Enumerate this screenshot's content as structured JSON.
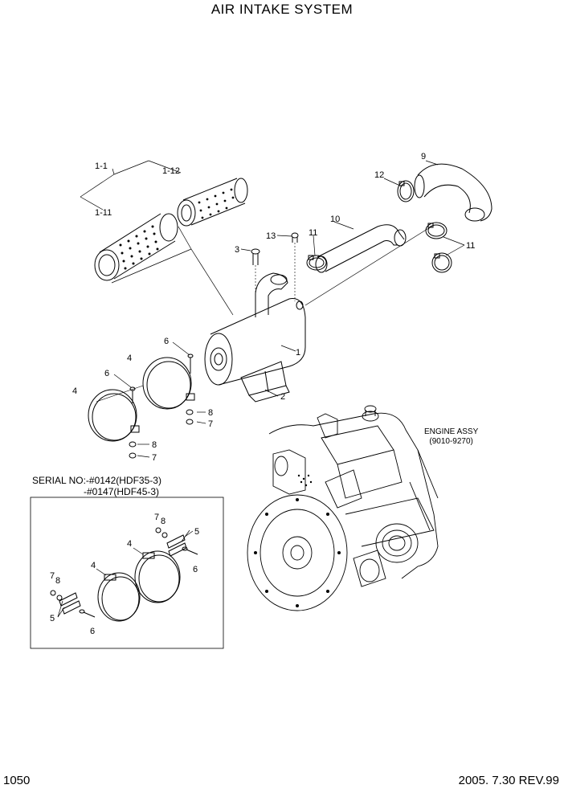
{
  "title": "AIR INTAKE SYSTEM",
  "page_number": "1050",
  "revision": "2005. 7.30 REV.99",
  "serial_note": {
    "line1": "SERIAL NO:-#0142(HDF35-3)",
    "line2": "-#0147(HDF45-3)"
  },
  "engine_assy": {
    "name": "ENGINE ASSY",
    "code": "(9010-9270)"
  },
  "callouts": {
    "c1_1": "1-1",
    "c1_12": "1-12",
    "c1_11": "1-11",
    "c9": "9",
    "c12": "12",
    "c10": "10",
    "c11a": "11",
    "c11b": "11",
    "c13": "13",
    "c3": "3",
    "c1": "1",
    "c2": "2",
    "c6a": "6",
    "c4a": "4",
    "c6b": "6",
    "c4b": "4",
    "c8a": "8",
    "c7a": "7",
    "c8b": "8",
    "c7b": "7",
    "d7a": "7",
    "d8a": "8",
    "d5a": "5",
    "d4a": "4",
    "d6a": "6",
    "d4b": "4",
    "d7b": "7",
    "d8b": "8",
    "d5b": "5",
    "d6b": "6"
  }
}
